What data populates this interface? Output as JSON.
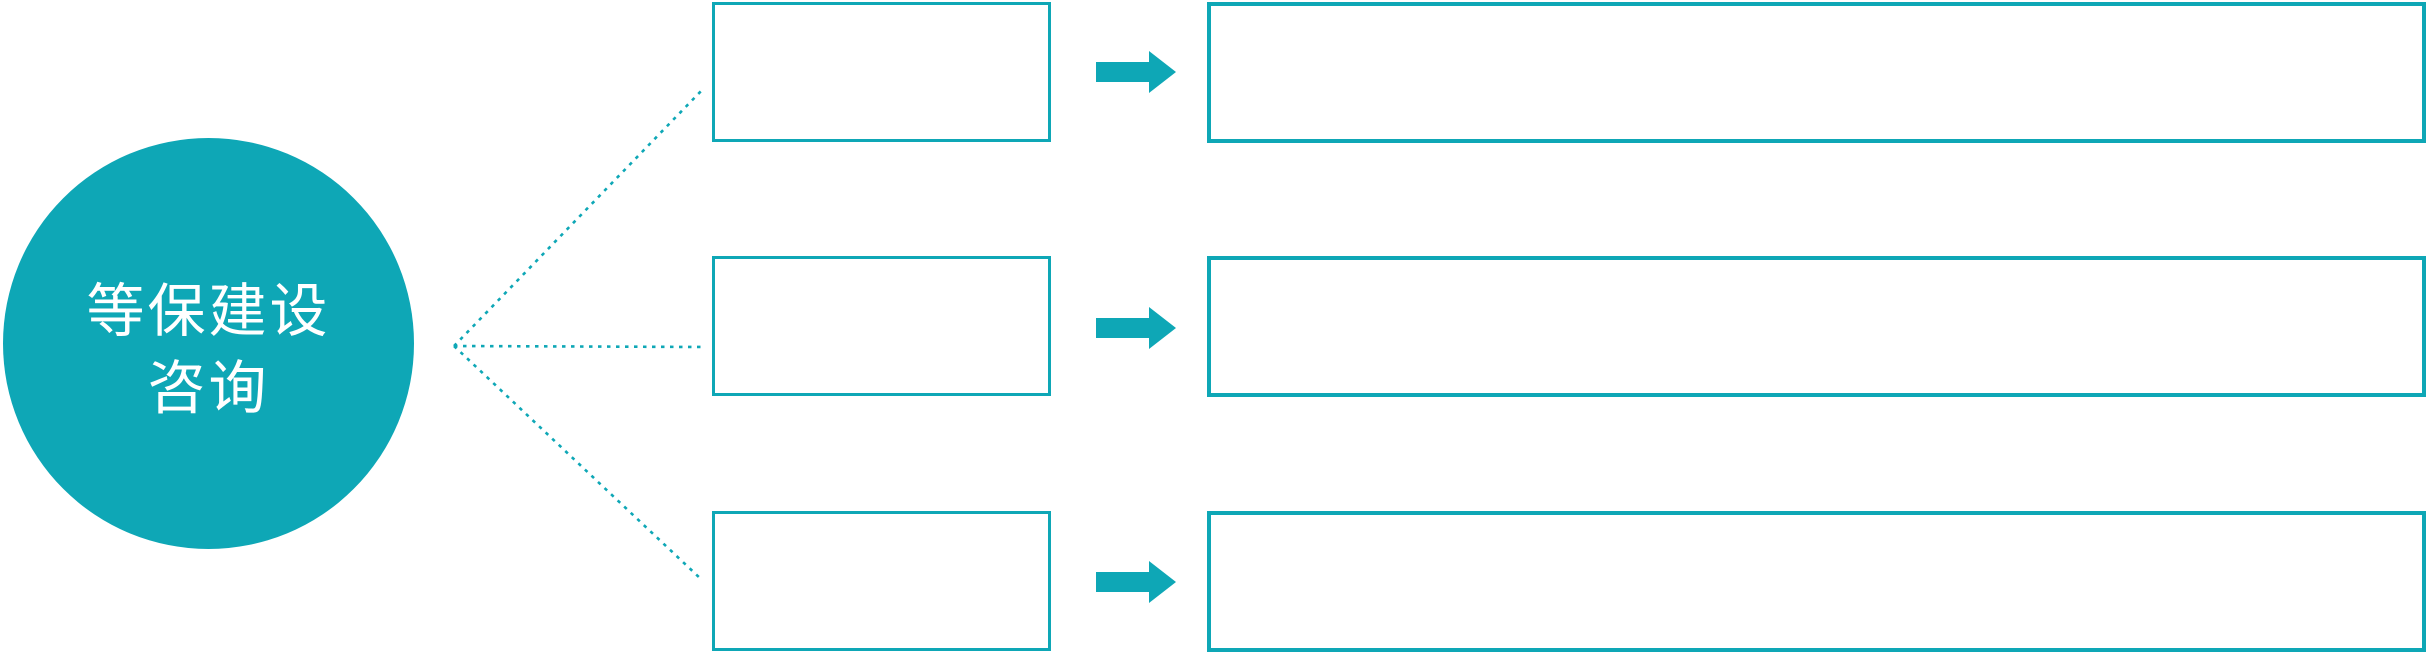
{
  "colors": {
    "accent": "#0EA7B6",
    "background": "#FFFFFF",
    "text_on_accent": "#FFFFFF"
  },
  "diagram": {
    "root": {
      "label": "等保建设咨询",
      "label_line1": "等保建设",
      "label_line2": "咨询"
    },
    "connector_style": "dotted",
    "arrow_icon": "right-block-arrow",
    "rows": [
      {
        "small_box_text": "",
        "detail_box_text": ""
      },
      {
        "small_box_text": "",
        "detail_box_text": ""
      },
      {
        "small_box_text": "",
        "detail_box_text": ""
      }
    ]
  }
}
